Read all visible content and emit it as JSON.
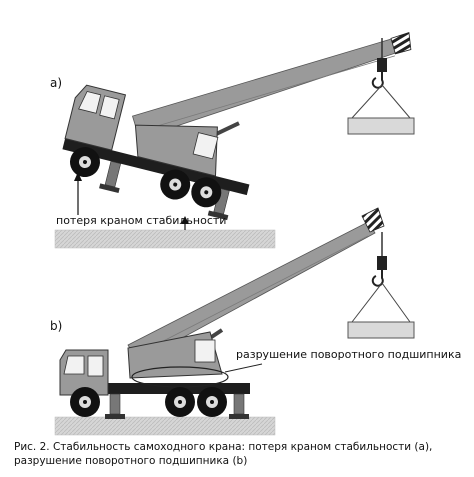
{
  "panels": [
    {
      "label": "a)",
      "annotation": "потеря краном стабильности"
    },
    {
      "label": "b)",
      "annotation": "разрушение поворотного подшипника"
    }
  ],
  "caption": {
    "line1": "Рис. 2. Стабильность самоходного крана: потеря краном стабильности (a),",
    "line2": "разрушение поворотного подшипника (b)"
  },
  "colors": {
    "body": "#9a9a9a",
    "body_dark": "#6e6e6e",
    "frame": "#1e1e1e",
    "ground": "#d4d4d4",
    "load": "#d9d9d9",
    "glass": "#f2f2f2"
  }
}
